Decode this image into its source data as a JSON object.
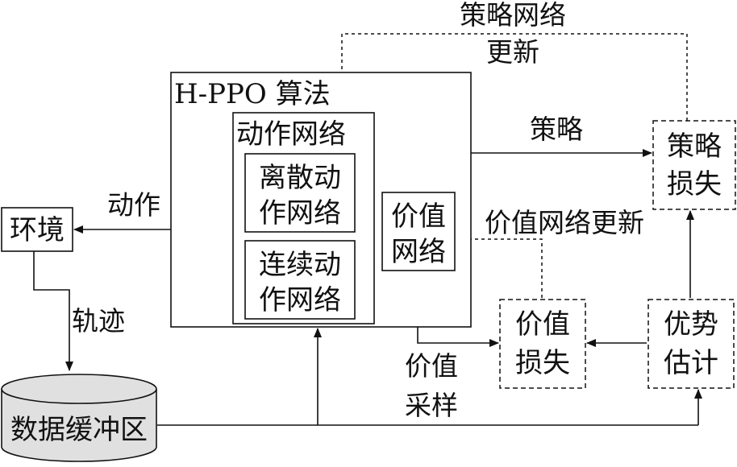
{
  "nodes": {
    "algorithm": "H-PPO 算法",
    "action_network": "动作网络",
    "discrete_1": "离散动",
    "discrete_2": "作网络",
    "continuous_1": "连续动",
    "continuous_2": "作网络",
    "value_network_1": "价值",
    "value_network_2": "网络",
    "environment": "环境",
    "buffer": "数据缓冲区",
    "policy_loss_1": "策略",
    "policy_loss_2": "损失",
    "value_loss_1": "价值",
    "value_loss_2": "损失",
    "advantage_1": "优势",
    "advantage_2": "估计"
  },
  "edges": {
    "policy_update_1": "策略网络",
    "policy_update_2": "更新",
    "policy": "策略",
    "value_update": "价值网络更新",
    "action": "动作",
    "trajectory": "轨迹",
    "value_1": "价值",
    "sampling": "采样"
  }
}
